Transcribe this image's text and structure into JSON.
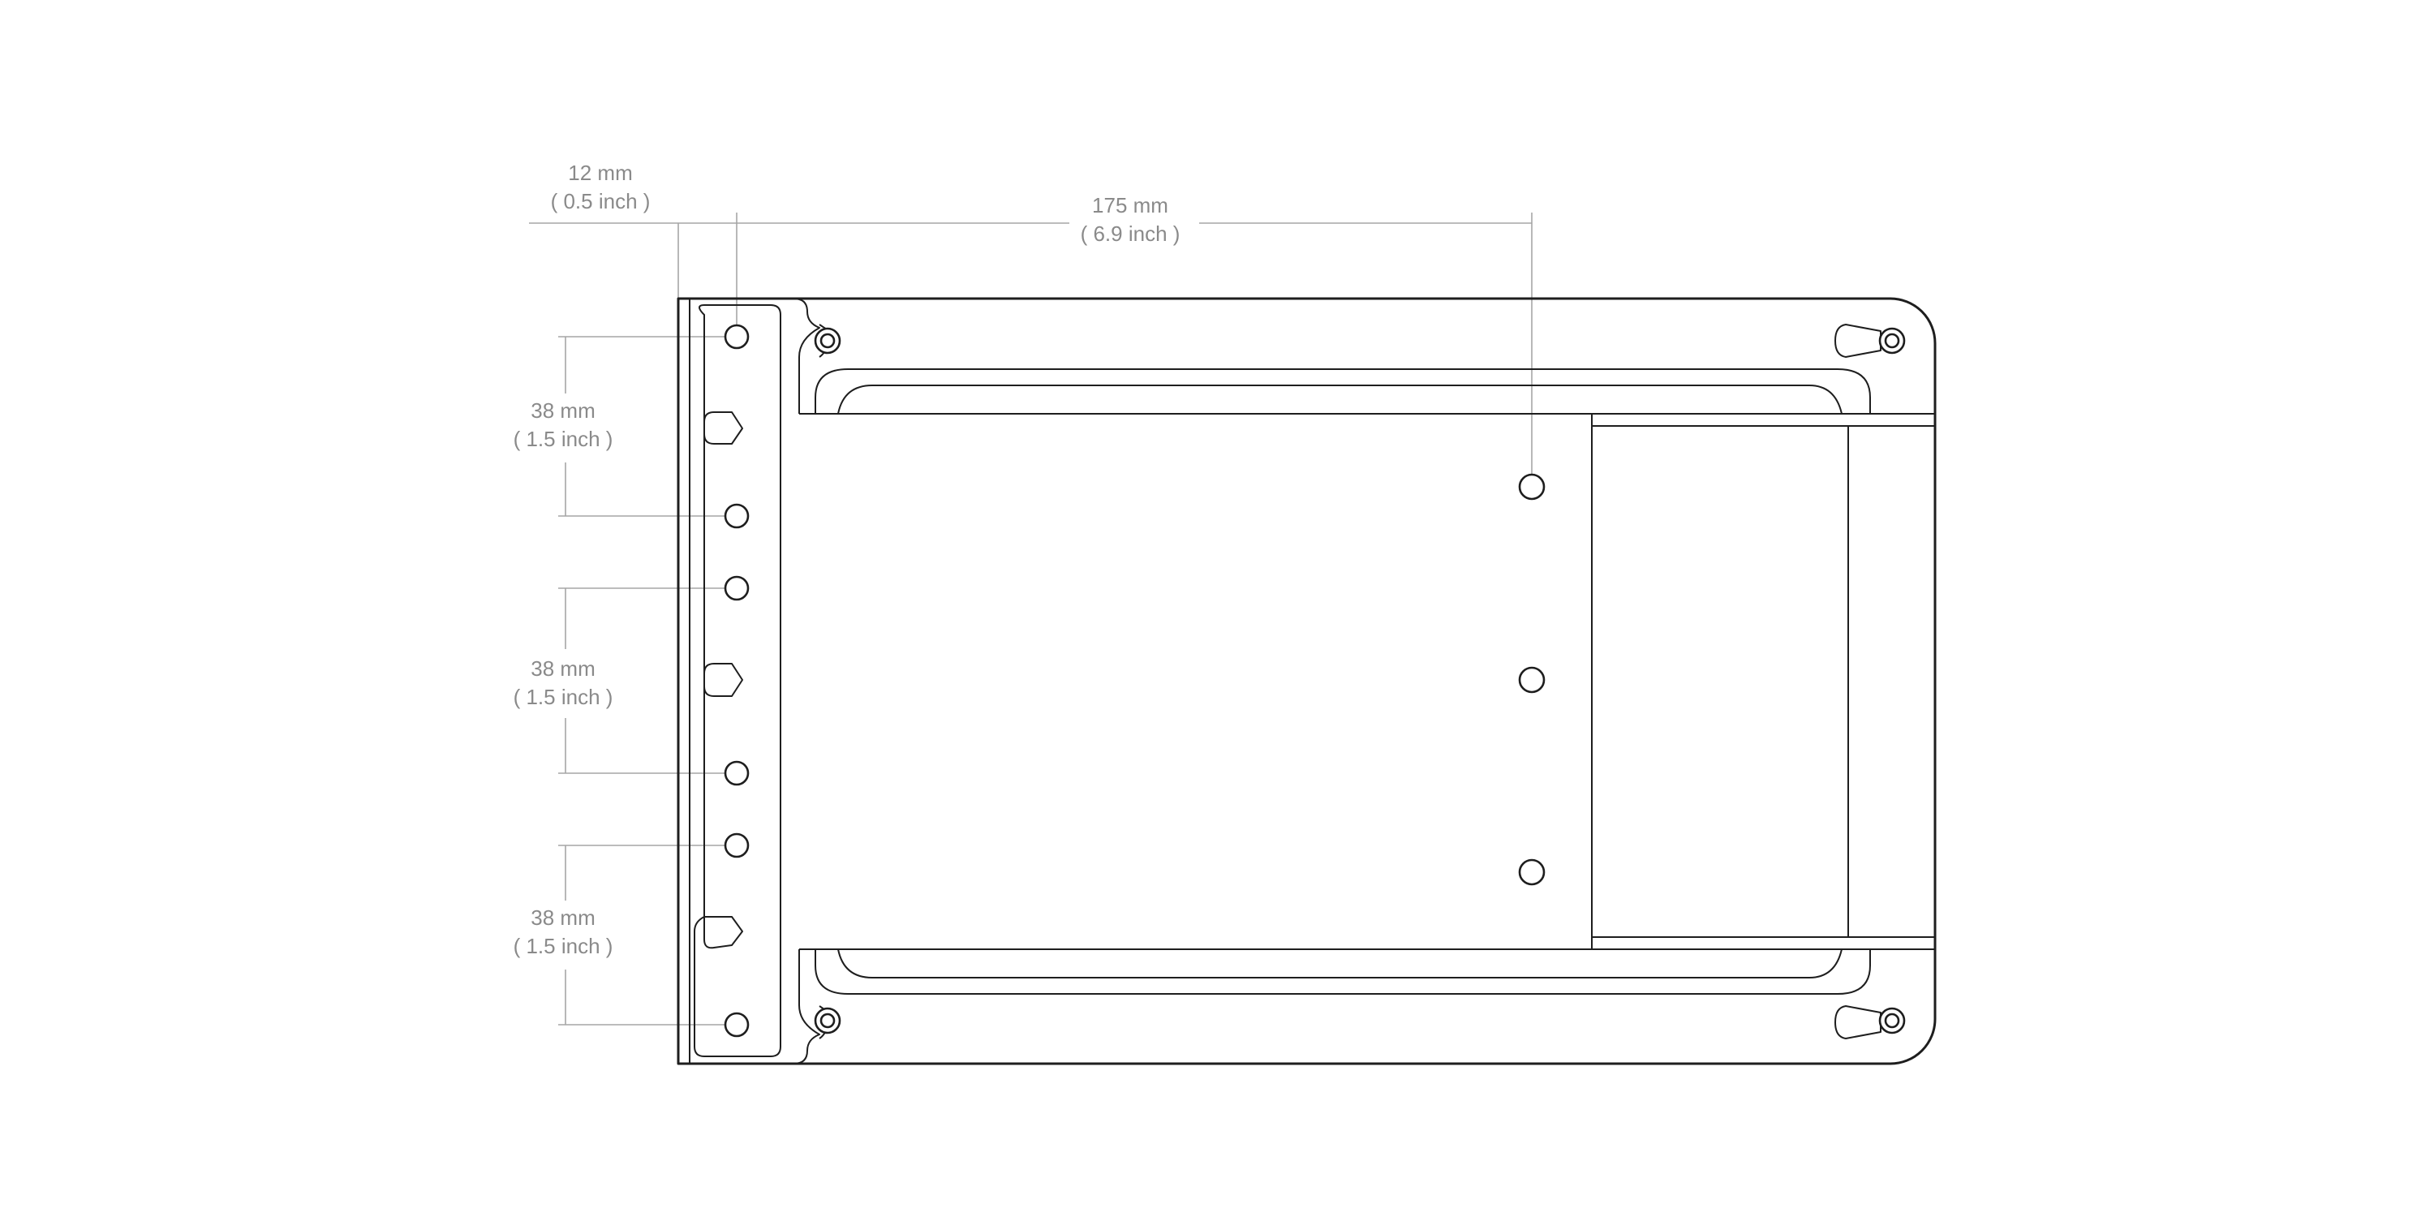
{
  "dimensions": {
    "edge_offset": {
      "metric": "12 mm",
      "imperial": "( 0.5 inch )"
    },
    "hole_span": {
      "metric": "175 mm",
      "imperial": "( 6.9 inch )"
    },
    "pitch_top": {
      "metric": "38 mm",
      "imperial": "( 1.5 inch )"
    },
    "pitch_middle": {
      "metric": "38 mm",
      "imperial": "( 1.5 inch )"
    },
    "pitch_bottom": {
      "metric": "38 mm",
      "imperial": "( 1.5 inch )"
    }
  },
  "colors": {
    "line": "#1e1e1e",
    "dimension_text": "#8a8a8a",
    "extension_line": "#a6a6a6",
    "background": "#ffffff"
  }
}
